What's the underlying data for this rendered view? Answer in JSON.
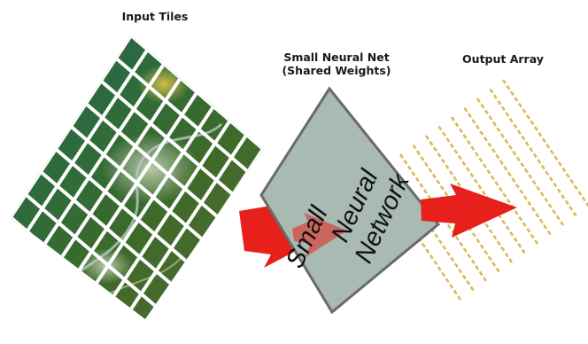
{
  "labels": {
    "input_tiles": "Input Tiles",
    "net_title_line1": "Small Neural Net",
    "net_title_line2": "(Shared Weights)",
    "output_array": "Output Array"
  },
  "network_box": {
    "line1": "Small",
    "line2": "Neural",
    "line3": "Network"
  },
  "colors": {
    "arrow": "#e8201c",
    "network_fill": "#a9bab2",
    "network_border": "#6a6a6a",
    "output_dash": "#d8bc58",
    "tile_gap": "#ffffff"
  },
  "grid": {
    "tile_rows": 8,
    "tile_cols": 8,
    "output_lines": 11
  }
}
